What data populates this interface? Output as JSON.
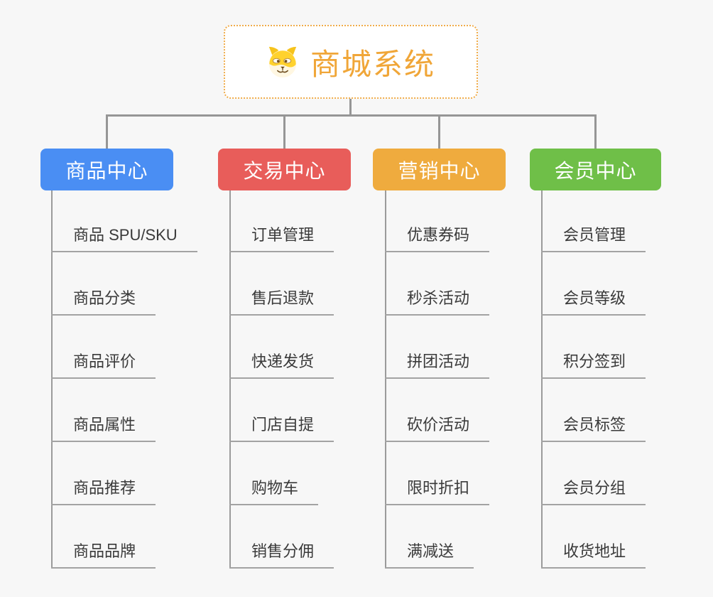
{
  "page": {
    "background": "#f7f7f7"
  },
  "root": {
    "title": "商城系统",
    "icon": "doge-icon",
    "title_color": "#F0A638",
    "border_color": "#F0AC4A"
  },
  "branches": [
    {
      "label": "商品中心",
      "color": "#4A8EF3",
      "items": [
        "商品 SPU/SKU",
        "商品分类",
        "商品评价",
        "商品属性",
        "商品推荐",
        "商品品牌"
      ]
    },
    {
      "label": "交易中心",
      "color": "#E85D5A",
      "items": [
        "订单管理",
        "售后退款",
        "快递发货",
        "门店自提",
        "购物车",
        "销售分佣"
      ]
    },
    {
      "label": "营销中心",
      "color": "#EFAB3E",
      "items": [
        "优惠券码",
        "秒杀活动",
        "拼团活动",
        "砍价活动",
        "限时折扣",
        "满减送"
      ]
    },
    {
      "label": "会员中心",
      "color": "#6FBF48",
      "items": [
        "会员管理",
        "会员等级",
        "积分签到",
        "会员标签",
        "会员分组",
        "收货地址"
      ]
    }
  ]
}
